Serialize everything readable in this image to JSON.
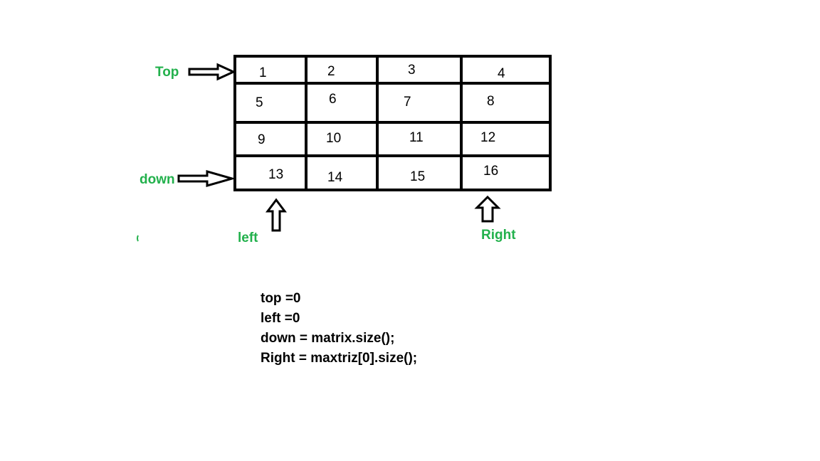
{
  "colors": {
    "label": "#22b14c",
    "line": "#000000",
    "background": "#ffffff"
  },
  "matrix": {
    "rows": [
      [
        "1",
        "2",
        "3",
        "4"
      ],
      [
        "5",
        "6",
        "7",
        "8"
      ],
      [
        "9",
        "10",
        "11",
        "12"
      ],
      [
        "13",
        "14",
        "15",
        "16"
      ]
    ]
  },
  "pointers": {
    "top": {
      "label": "Top",
      "arrow_icon": "right-arrow-icon"
    },
    "down": {
      "label": "down",
      "arrow_icon": "right-arrow-icon"
    },
    "left": {
      "label": "left",
      "arrow_icon": "up-arrow-icon"
    },
    "right": {
      "label": "Right",
      "arrow_icon": "up-arrow-icon"
    }
  },
  "code": [
    "top =0",
    "left =0",
    "down = matrix.size();",
    "Right = maxtriz[0].size();"
  ]
}
